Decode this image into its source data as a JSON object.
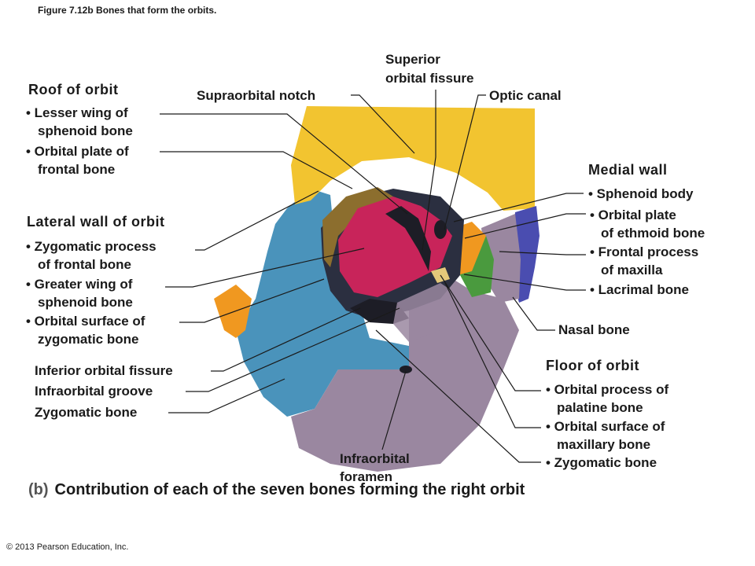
{
  "figure_title": "Figure 7.12b  Bones that form the orbits.",
  "headings": {
    "roof": "Roof of orbit",
    "lateral": "Lateral wall of orbit",
    "medial": "Medial wall",
    "floor": "Floor of orbit"
  },
  "labels": {
    "lesser_wing_1": "• Lesser wing of",
    "lesser_wing_2": "sphenoid bone",
    "orbital_plate_frontal_1": "• Orbital plate of",
    "orbital_plate_frontal_2": "frontal bone",
    "zygomatic_process_1": "• Zygomatic process",
    "zygomatic_process_2": "of frontal bone",
    "greater_wing_1": "• Greater wing of",
    "greater_wing_2": "sphenoid bone",
    "orbital_surface_zyg_1": "• Orbital surface of",
    "orbital_surface_zyg_2": "zygomatic bone",
    "inferior_orbital_fissure": "Inferior orbital fissure",
    "infraorbital_groove": "Infraorbital groove",
    "zygomatic_bone_left": "Zygomatic bone",
    "supraorbital_notch": "Supraorbital notch",
    "superior_orbital_fissure_1": "Superior",
    "superior_orbital_fissure_2": "orbital fissure",
    "optic_canal": "Optic canal",
    "sphenoid_body": "• Sphenoid body",
    "orbital_plate_ethmoid_1": "• Orbital plate",
    "orbital_plate_ethmoid_2": "of ethmoid bone",
    "frontal_process_1": "• Frontal process",
    "frontal_process_2": "of maxilla",
    "lacrimal_bone": "• Lacrimal bone",
    "nasal_bone": "Nasal bone",
    "orbital_process_palatine_1": "• Orbital process of",
    "orbital_process_palatine_2": "palatine bone",
    "orbital_surface_max_1": "• Orbital surface of",
    "orbital_surface_max_2": "maxillary bone",
    "zygomatic_bone_right": "• Zygomatic bone",
    "infraorbital_foramen_1": "Infraorbital",
    "infraorbital_foramen_2": "foramen"
  },
  "caption": {
    "part": "(b)",
    "text": "Contribution of each of the seven bones forming the right orbit"
  },
  "credit": "© 2013 Pearson Education, Inc.",
  "colors": {
    "frontal": "#f2c430",
    "sphenoid": "#c8245a",
    "zygomatic": "#4a93bb",
    "maxilla": "#9a87a0",
    "ethmoid": "#f09820",
    "lacrimal": "#4a9a3e",
    "nasal": "#4a4db0",
    "palatine": "#e4c87a",
    "shadow": "#2b2f40"
  }
}
